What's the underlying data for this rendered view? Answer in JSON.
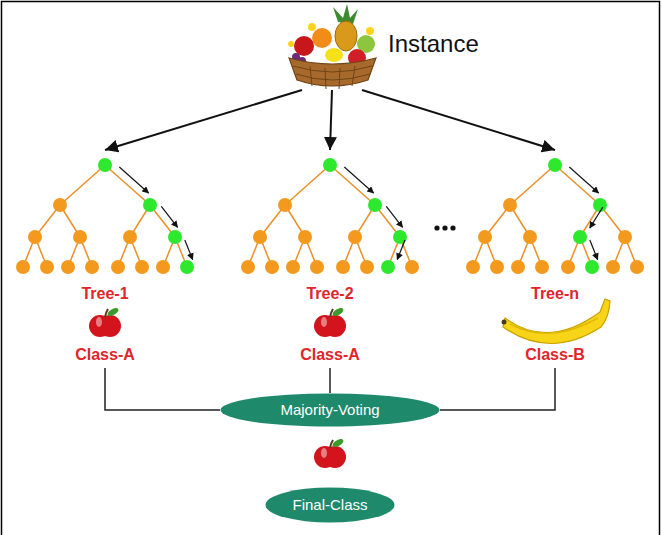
{
  "diagram": {
    "nodes": [
      {
        "text": [
          "Instance"
        ]
      },
      {
        "text": [
          "Tree-1",
          "Class-A"
        ]
      },
      {
        "text": [
          "Tree-2",
          "Class-A"
        ]
      },
      {
        "text": [
          "Tree-n",
          "Class-B"
        ]
      },
      {
        "text": [
          "Majority-Voting"
        ]
      },
      {
        "text": [
          "Final-Class"
        ]
      }
    ],
    "edges": [
      {
        "from": 0,
        "to": 1,
        "arrow": "to"
      },
      {
        "from": 0,
        "to": 2,
        "arrow": "to"
      },
      {
        "from": 0,
        "to": 3,
        "arrow": "to"
      },
      {
        "from": 1,
        "to": 4,
        "arrow": "none"
      },
      {
        "from": 2,
        "to": 4,
        "arrow": "none"
      },
      {
        "from": 3,
        "to": 4,
        "arrow": "none"
      }
    ]
  }
}
